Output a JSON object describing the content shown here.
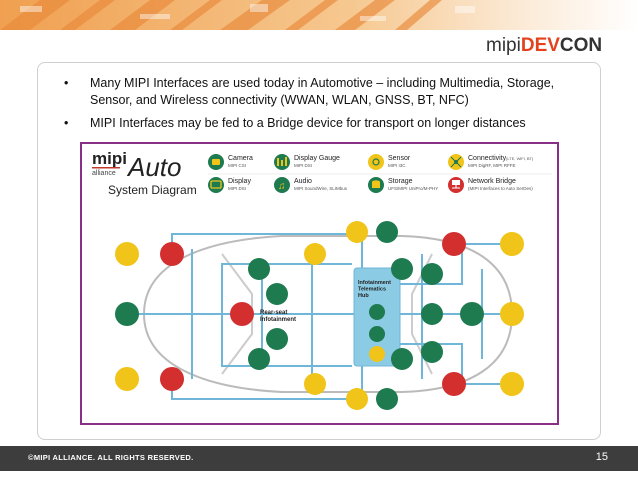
{
  "brand": {
    "prefix": "mipi",
    "accent": "DEV",
    "suffix": "CON",
    "accent_color": "#e3421d"
  },
  "bullets": [
    "Many MIPI Interfaces are used today in Automotive – including Multimedia, Storage, Sensor, and Wireless connectivity (WWAN, WLAN, GNSS, BT, NFC)",
    "MIPI Interfaces may be fed to a Bridge device for transport on longer distances"
  ],
  "diagram": {
    "logo_mipi": "mipi",
    "logo_alliance": "alliance",
    "logo_auto": "Auto",
    "subtitle": "System Diagram",
    "legend": [
      {
        "label": "Camera",
        "sub": "MIPI CSI",
        "icon": "camera-icon",
        "color": "#1e7a4f"
      },
      {
        "label": "Display Gauge",
        "sub": "MIPI DSI",
        "icon": "gauge-icon",
        "color": "#1e7a4f"
      },
      {
        "label": "Sensor",
        "sub": "MIPI I3C",
        "icon": "sensor-icon",
        "color": "#f0c419"
      },
      {
        "label": "Connectivity",
        "sub": "(LTE, WiFi, BT)",
        "sub2": "MIPI DigRF, MIPI RFFE",
        "icon": "connectivity-icon",
        "color": "#f0c419"
      },
      {
        "label": "Display",
        "sub": "MIPI DSI",
        "icon": "display-icon",
        "color": "#1e7a4f"
      },
      {
        "label": "Audio",
        "sub": "MIPI SoundWire, SLIMbus",
        "icon": "audio-icon",
        "color": "#1e7a4f"
      },
      {
        "label": "Storage",
        "sub": "UFS/MIPI UniPro/M-PHY",
        "icon": "storage-icon",
        "color": "#1e7a4f"
      },
      {
        "label": "Network Bridge",
        "sub": "(MIPI Interfaces to Auto SerDes)",
        "icon": "network-bridge-icon",
        "color": "#d32f2f"
      }
    ],
    "rear_label": "Rear-seat Infotainment",
    "hub_label": "Infotainment Telematics Hub",
    "colors": {
      "line": "#6fb6d8",
      "hub": "#8ccbe4",
      "green": "#1e7a4f",
      "yellow": "#f0c419",
      "red": "#d32f2f"
    }
  },
  "footer": {
    "copyright": "©MIPI ALLIANCE. ALL RIGHTS RESERVED.",
    "page": "15"
  }
}
